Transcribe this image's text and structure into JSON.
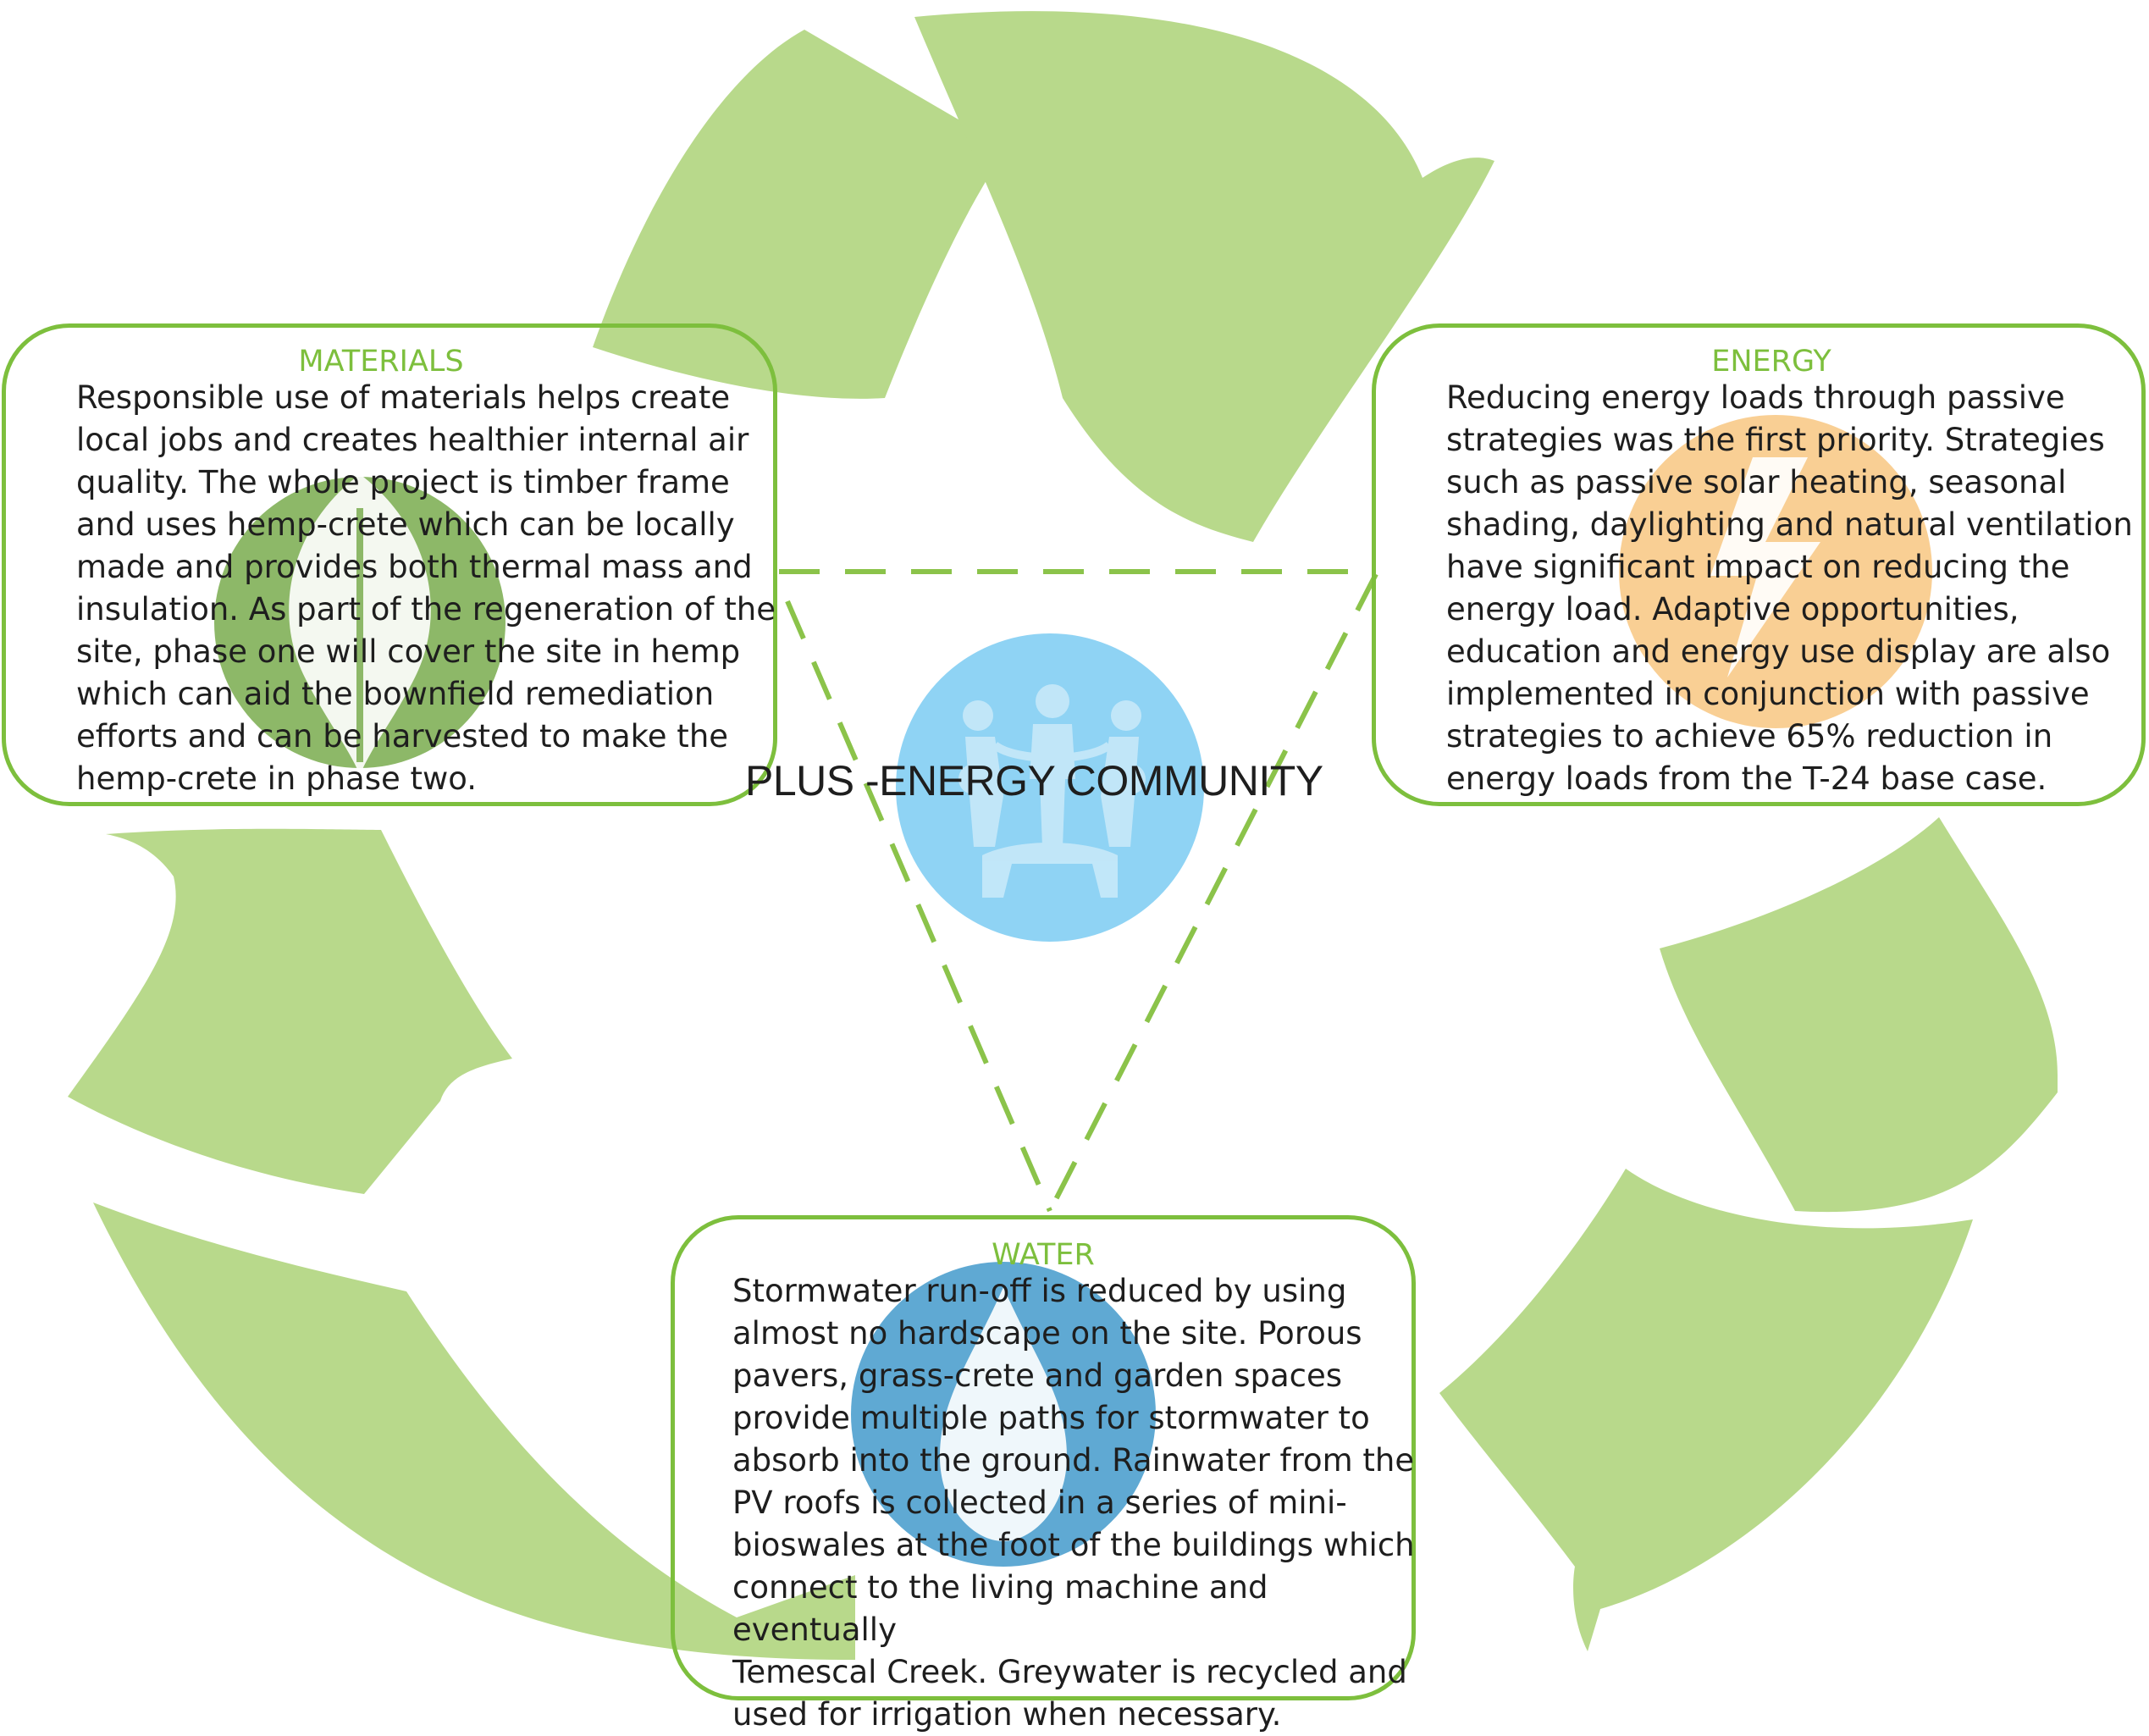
{
  "colors": {
    "arrow_green": "#b8d98b",
    "border_green": "#7dbf3d",
    "dash_green": "#8bc34a",
    "materials_icon": "#8db868",
    "energy_icon": "#f9cf94",
    "water_icon": "#5fa9d3",
    "community_icon": "#8fd3f4",
    "text": "#1e1e1e"
  },
  "center": {
    "title": "PLUS -ENERGY COMMUNITY",
    "icon": "people-circle-icon"
  },
  "materials": {
    "title": "MATERIALS",
    "icon": "leaf-icon",
    "text": "Responsible use of materials helps create\nlocal jobs and creates healthier internal air\nquality. The whole project is timber frame\nand uses hemp-crete which can be locally\nmade and provides both thermal mass and\ninsulation. As part of the regeneration of the\nsite, phase one will cover the site in hemp\nwhich can aid the bownfield remediation\nefforts and can be harvested to make the\nhemp-crete in phase two."
  },
  "energy": {
    "title": "ENERGY",
    "icon": "lightning-icon",
    "text": "Reducing energy loads through passive\nstrategies was the first priority. Strategies\nsuch as passive solar heating, seasonal\nshading, daylighting and natural ventilation\nhave significant impact on reducing the\nenergy load. Adaptive opportunities,\neducation and energy use display are also\nimplemented in conjunction with passive\nstrategies to achieve 65% reduction in\nenergy loads from the T-24 base case."
  },
  "water": {
    "title": "WATER",
    "icon": "water-drop-icon",
    "text": "Stormwater run-off is reduced by using\nalmost no hardscape on the site. Porous\npavers, grass-crete and garden spaces\nprovide multiple paths for stormwater to\nabsorb into the ground. Rainwater from the\nPV roofs is collected in a series of mini-\nbioswales at the foot of the buildings which\nconnect to the living machine and eventually\nTemescal Creek. Greywater is recycled and\nused for irrigation when necessary."
  }
}
